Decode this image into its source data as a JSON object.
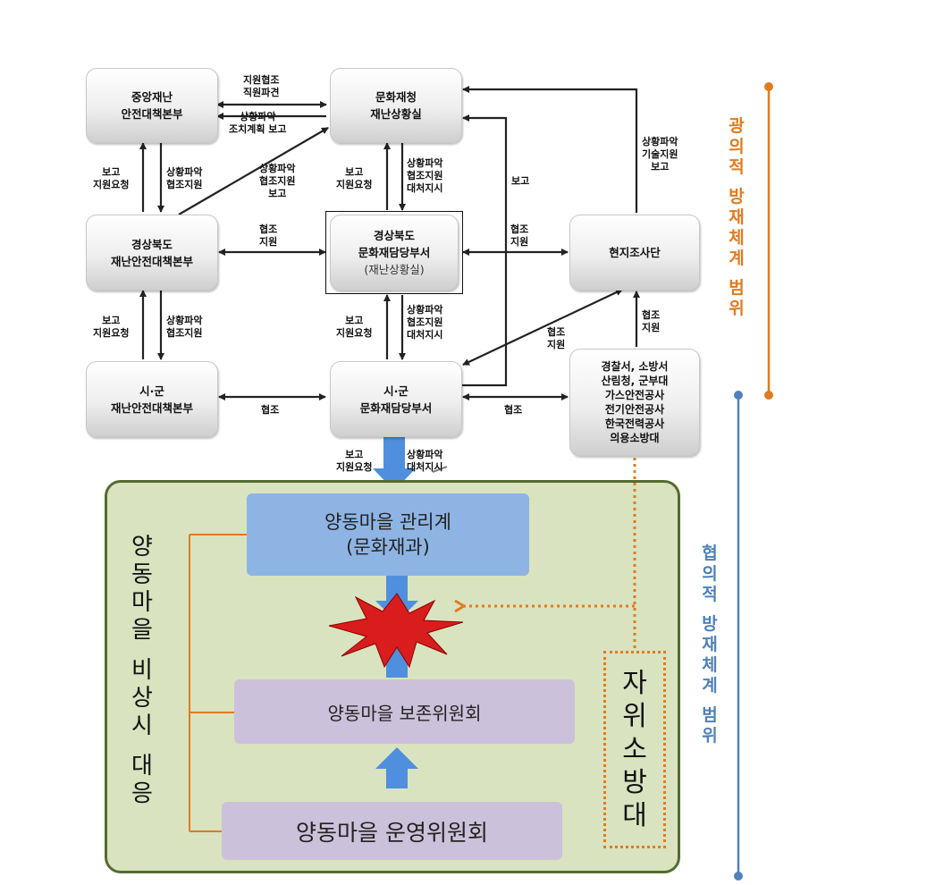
{
  "nodes": {
    "central_hq": [
      "중앙재난",
      "안전대책본부"
    ],
    "cha_situation": [
      "문화재청",
      "재난상황실"
    ],
    "gb_hq": [
      "경상북도",
      "재난안전대책본부"
    ],
    "gb_culture": [
      "경상북도",
      "문화재담당부서"
    ],
    "gb_culture_sub": "(재난상황실)",
    "field_team": "현지조사단",
    "sigun_hq": [
      "시·군",
      "재난안전대책본부"
    ],
    "sigun_culture": [
      "시·군",
      "문화재담당부서"
    ],
    "agencies": [
      "경찰서, 소방서",
      "산림청, 군부대",
      "가스안전공사",
      "전기안전공사",
      "한국전력공사",
      "의용소방대"
    ]
  },
  "edge_labels": {
    "central_cha_top": [
      "지원협조",
      "직원파견"
    ],
    "central_cha_bottom": [
      "상황파악",
      "조치계획 보고"
    ],
    "central_gb_left": [
      "보고",
      "지원요청"
    ],
    "central_gb_right": [
      "상황파악",
      "협조지원"
    ],
    "gb_cha_diag": [
      "상황파악",
      "협조지원",
      "보고"
    ],
    "cha_gbc_left": [
      "보고",
      "지원요청"
    ],
    "cha_gbc_right": [
      "상황파악",
      "협조지원",
      "대처지시"
    ],
    "report_right": "보고",
    "field_cha": [
      "상황파악",
      "기술지원",
      "보고"
    ],
    "gb_gbc": [
      "협조",
      "지원"
    ],
    "gbc_field": [
      "협조",
      "지원"
    ],
    "gbhq_sigun_left": [
      "보고",
      "지원요청"
    ],
    "gbhq_sigun_right": [
      "상황파악",
      "협조지원"
    ],
    "gbc_sigunc_left": [
      "보고",
      "지원요청"
    ],
    "gbc_sigunc_right": [
      "상황파악",
      "협조지원",
      "대처지시"
    ],
    "sigunc_field": [
      "협조",
      "지원"
    ],
    "agencies_field": [
      "협조",
      "지원"
    ],
    "sigun_sigunc": "협조",
    "sigunc_agencies": "협조",
    "sigunc_village_left": [
      "보고",
      "지원요청"
    ],
    "sigunc_village_right": [
      "상황파악",
      "대처지시"
    ]
  },
  "village": {
    "side_title": [
      "양",
      "동",
      "마",
      "을",
      "",
      "비",
      "상",
      "시",
      "",
      "대",
      "응"
    ],
    "management": [
      "양동마을 관리계",
      "(문화재과)"
    ],
    "preservation": "양동마을 보존위원회",
    "operation": "양동마을 운영위원회",
    "fire_brigade": [
      "자",
      "위",
      "소",
      "방",
      "대"
    ]
  },
  "scope": {
    "broad": [
      "광",
      "의",
      "적",
      "",
      "방",
      "재",
      "체",
      "계",
      "",
      "범",
      "위"
    ],
    "cooperative": [
      "협",
      "의",
      "적",
      "",
      "방",
      "재",
      "체",
      "계",
      "",
      "범",
      "위"
    ]
  },
  "colors": {
    "broad": "#e07b20",
    "cooperative": "#4f81bd",
    "green_bg": "#d9e3bf",
    "green_border": "#556b2f",
    "blue_box": "#8eb4e3",
    "purple_box": "#ccc1da",
    "blue_arrow": "#4f8fde",
    "burst": "#d91c1c"
  }
}
